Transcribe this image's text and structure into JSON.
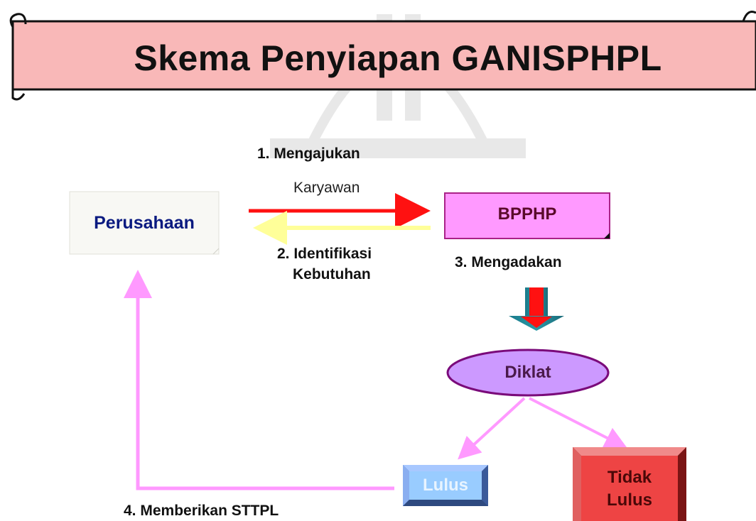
{
  "title": "Skema Penyiapan GANISPHPL",
  "nodes": {
    "perusahaan": "Perusahaan",
    "bpphp": "BPPHP",
    "diklat": "Diklat",
    "lulus": "Lulus",
    "tidak_lulus": "Tidak Lulus"
  },
  "labels": {
    "step1": "1. Mengajukan",
    "karyawan": "Karyawan",
    "step2_line1": "2.  Identifikasi",
    "step2_line2": "Kebutuhan",
    "step3": "3. Mengadakan",
    "step4": "4. Memberikan STTPL"
  },
  "colors": {
    "banner_fill": "#f9b8b8",
    "bpphp_fill": "#ff99ff",
    "diklat_fill": "#cc99ff",
    "lulus_fill": "#99ccff",
    "tidak_lulus_fill": "#ee4444",
    "arrow_red": "#ff1111",
    "arrow_yellow": "#ffff99",
    "arrow_pink": "#ff99ff",
    "perusahaan_text": "#0a1a80"
  }
}
